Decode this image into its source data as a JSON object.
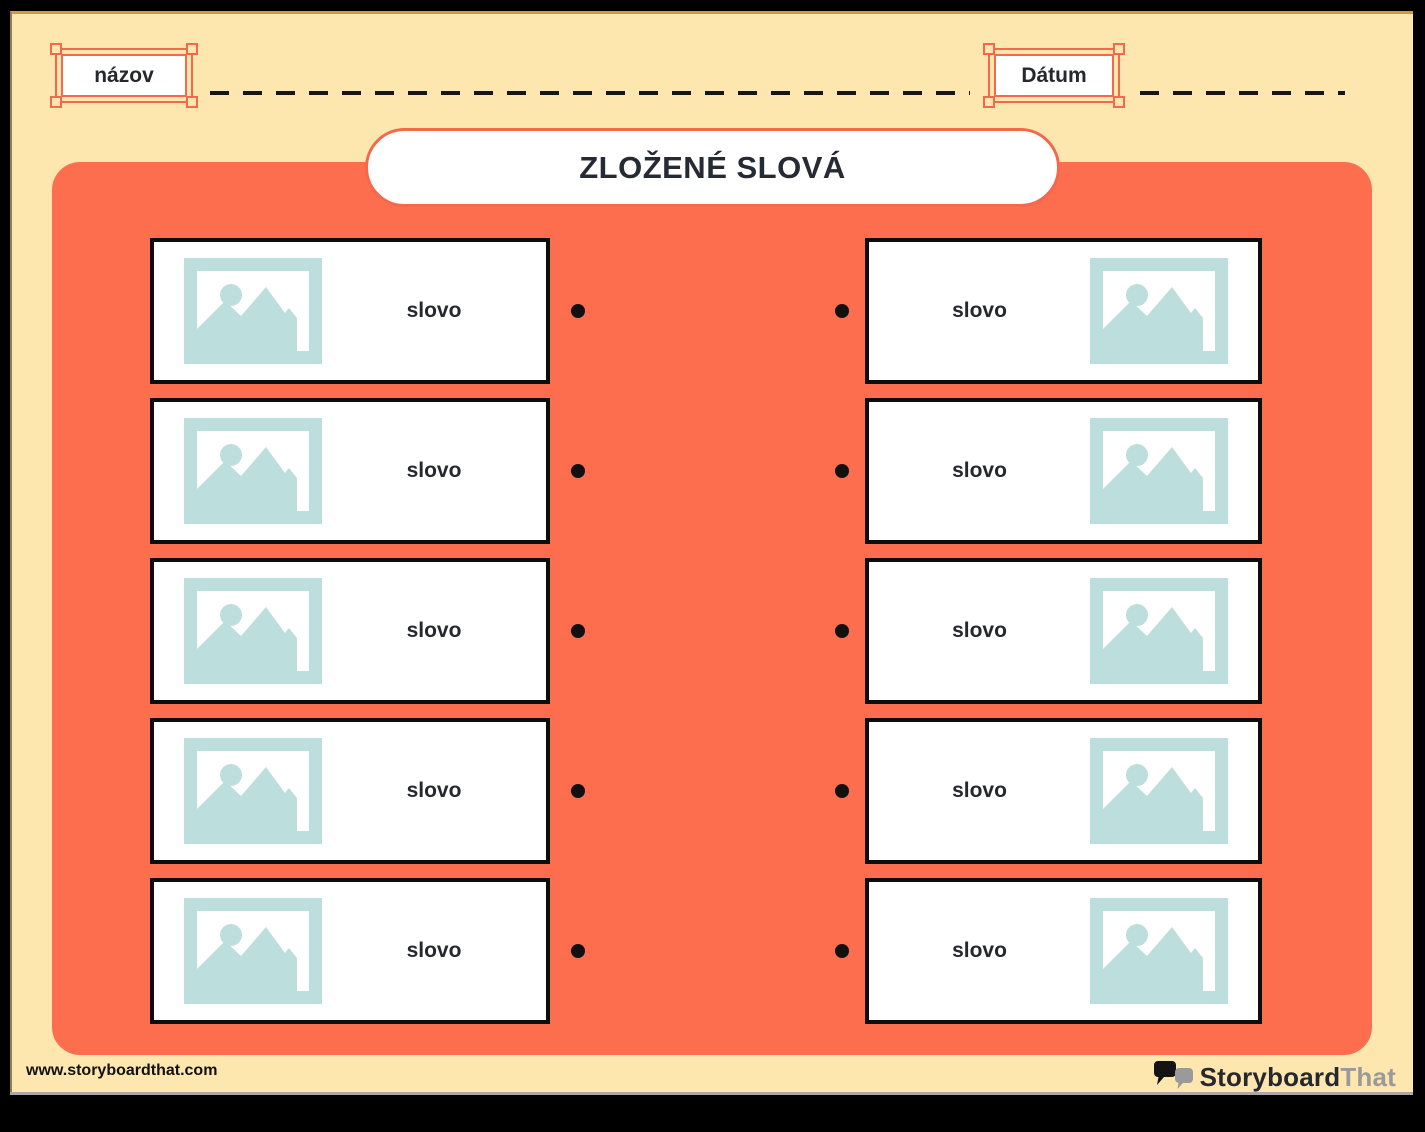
{
  "header": {
    "name_label": "názov",
    "date_label": "Dátum"
  },
  "title": "ZLOŽENÉ SLOVÁ",
  "matching": {
    "left_items": [
      {
        "label": "slovo",
        "icon": "image-placeholder-icon"
      },
      {
        "label": "slovo",
        "icon": "image-placeholder-icon"
      },
      {
        "label": "slovo",
        "icon": "image-placeholder-icon"
      },
      {
        "label": "slovo",
        "icon": "image-placeholder-icon"
      },
      {
        "label": "slovo",
        "icon": "image-placeholder-icon"
      }
    ],
    "right_items": [
      {
        "label": "slovo",
        "icon": "image-placeholder-icon"
      },
      {
        "label": "slovo",
        "icon": "image-placeholder-icon"
      },
      {
        "label": "slovo",
        "icon": "image-placeholder-icon"
      },
      {
        "label": "slovo",
        "icon": "image-placeholder-icon"
      },
      {
        "label": "slovo",
        "icon": "image-placeholder-icon"
      }
    ]
  },
  "footer": {
    "website": "www.storyboardthat.com",
    "logo_primary": "Storyboard",
    "logo_secondary": "That",
    "logo_icon": "speech-bubbles-icon"
  },
  "colors": {
    "page_bg": "#FDE7AF",
    "panel_orange": "#FC6E4D",
    "accent_border": "#F4694B",
    "placeholder_teal": "#BCDEDC",
    "ink": "#26282E",
    "logo_gray": "#9A9A9A"
  }
}
